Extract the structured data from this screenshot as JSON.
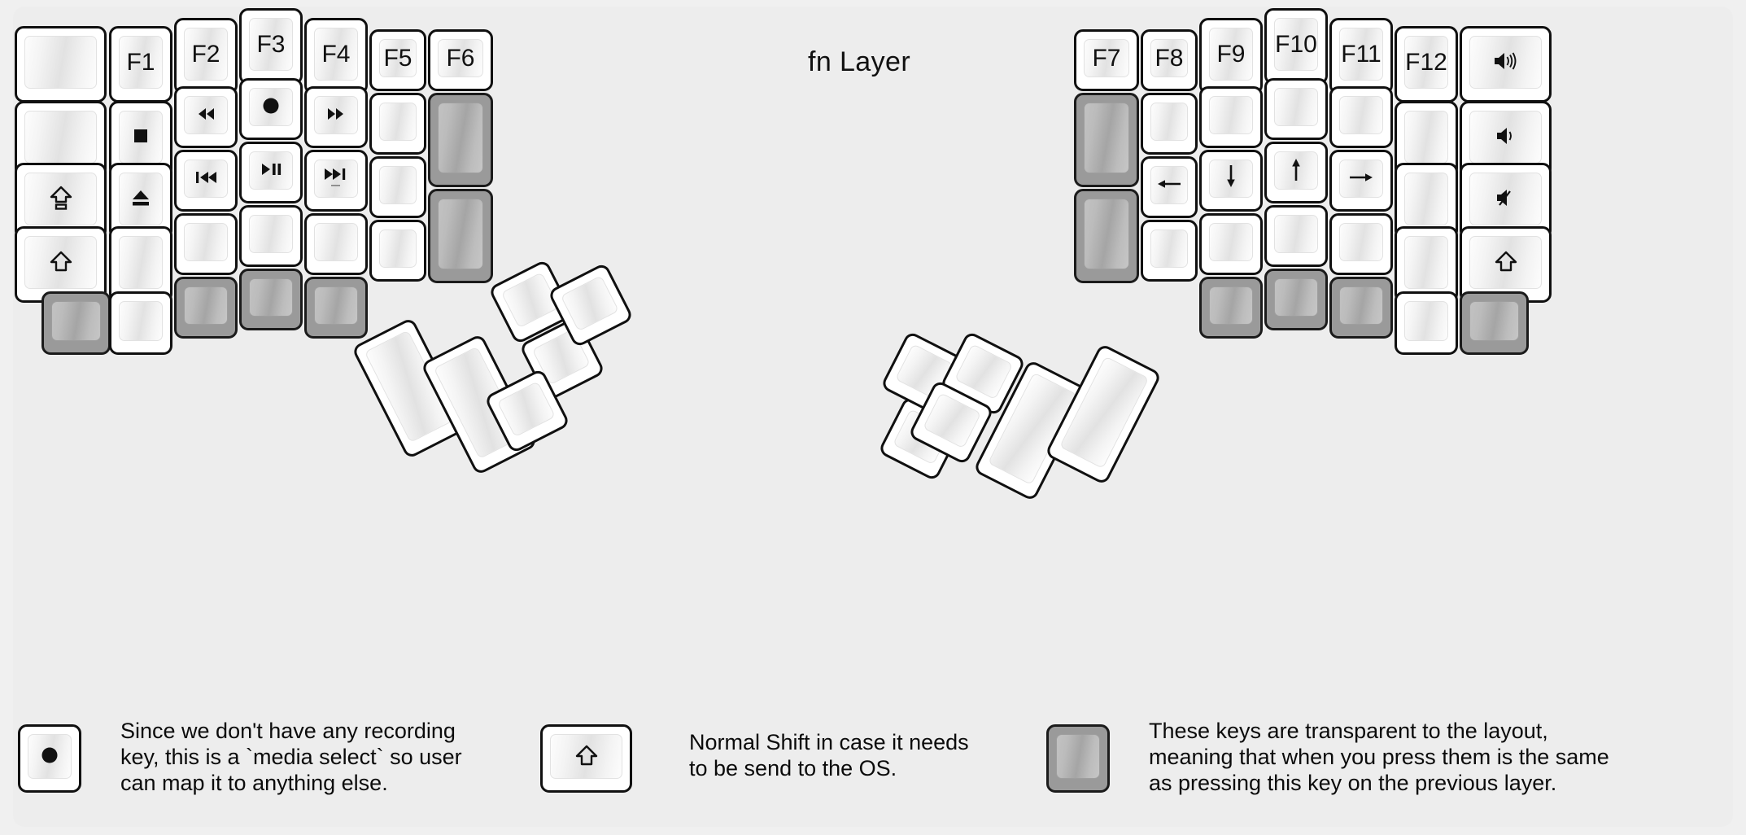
{
  "title": "fn Layer",
  "colors": {
    "background": "#f0f0f0",
    "panel": "#ededed",
    "key_border": "#101010",
    "key_face": "#ffffff",
    "transparent_key": "#9a9a9a",
    "text": "#111111"
  },
  "left_half": {
    "columns": [
      {
        "name": "pinky-outer",
        "keys": [
          {
            "label": "",
            "icon": "",
            "type": "normal",
            "size": "1.5u"
          },
          {
            "label": "",
            "icon": "",
            "type": "normal",
            "size": "1.5u"
          },
          {
            "label": "",
            "icon": "shift-caps-icon",
            "type": "normal",
            "size": "1.5u"
          },
          {
            "label": "",
            "icon": "shift-icon",
            "type": "normal",
            "size": "1.5u"
          },
          {
            "label": "",
            "icon": "",
            "type": "transparent",
            "size": "1u"
          }
        ]
      },
      {
        "name": "pinky",
        "keys": [
          {
            "label": "F1",
            "icon": "",
            "type": "normal"
          },
          {
            "label": "",
            "icon": "media-stop-icon",
            "type": "normal"
          },
          {
            "label": "",
            "icon": "media-eject-icon",
            "type": "normal"
          },
          {
            "label": "",
            "icon": "",
            "type": "normal"
          },
          {
            "label": "",
            "icon": "",
            "type": "normal"
          }
        ]
      },
      {
        "name": "ring",
        "keys": [
          {
            "label": "F2",
            "icon": "",
            "type": "normal"
          },
          {
            "label": "",
            "icon": "media-rewind-icon",
            "type": "normal"
          },
          {
            "label": "",
            "icon": "media-prev-track-icon",
            "type": "normal"
          },
          {
            "label": "",
            "icon": "",
            "type": "normal"
          },
          {
            "label": "",
            "icon": "",
            "type": "transparent"
          }
        ]
      },
      {
        "name": "middle",
        "keys": [
          {
            "label": "F3",
            "icon": "",
            "type": "normal"
          },
          {
            "label": "",
            "icon": "media-record-icon",
            "type": "normal"
          },
          {
            "label": "",
            "icon": "media-play-pause-icon",
            "type": "normal"
          },
          {
            "label": "",
            "icon": "",
            "type": "normal"
          },
          {
            "label": "",
            "icon": "",
            "type": "transparent"
          }
        ]
      },
      {
        "name": "index",
        "keys": [
          {
            "label": "F4",
            "icon": "",
            "type": "normal"
          },
          {
            "label": "",
            "icon": "media-fast-forward-icon",
            "type": "normal"
          },
          {
            "label": "",
            "icon": "media-next-track-icon",
            "type": "normal"
          },
          {
            "label": "",
            "icon": "",
            "type": "normal"
          },
          {
            "label": "",
            "icon": "",
            "type": "transparent"
          }
        ]
      },
      {
        "name": "inner",
        "keys": [
          {
            "label": "F5",
            "icon": "",
            "type": "normal"
          },
          {
            "label": "",
            "icon": "",
            "type": "normal"
          },
          {
            "label": "",
            "icon": "",
            "type": "normal"
          },
          {
            "label": "",
            "icon": "",
            "type": "normal"
          }
        ]
      },
      {
        "name": "innermost",
        "keys": [
          {
            "label": "F6",
            "icon": "",
            "type": "normal"
          },
          {
            "label": "",
            "icon": "",
            "type": "transparent",
            "size": "1.5h"
          },
          {
            "label": "",
            "icon": "",
            "type": "transparent",
            "size": "1.5h"
          }
        ]
      }
    ],
    "thumb_cluster": [
      {
        "label": "",
        "icon": "",
        "type": "normal",
        "shape": "tall"
      },
      {
        "label": "",
        "icon": "",
        "type": "normal",
        "shape": "tall"
      },
      {
        "label": "",
        "icon": "",
        "type": "normal",
        "shape": "square"
      },
      {
        "label": "",
        "icon": "",
        "type": "normal",
        "shape": "square"
      },
      {
        "label": "",
        "icon": "",
        "type": "normal",
        "shape": "square"
      }
    ]
  },
  "right_half": {
    "columns": [
      {
        "name": "inner",
        "keys": [
          {
            "label": "F7",
            "icon": "",
            "type": "normal"
          },
          {
            "label": "",
            "icon": "",
            "type": "transparent",
            "size": "1.5h"
          },
          {
            "label": "",
            "icon": "",
            "type": "transparent",
            "size": "1.5h"
          }
        ]
      },
      {
        "name": "index-inner",
        "keys": [
          {
            "label": "F8",
            "icon": "",
            "type": "normal"
          },
          {
            "label": "",
            "icon": "",
            "type": "normal"
          },
          {
            "label": "",
            "icon": "arrow-left-icon",
            "type": "normal"
          },
          {
            "label": "",
            "icon": "",
            "type": "normal"
          }
        ]
      },
      {
        "name": "index",
        "keys": [
          {
            "label": "F9",
            "icon": "",
            "type": "normal"
          },
          {
            "label": "",
            "icon": "",
            "type": "normal"
          },
          {
            "label": "",
            "icon": "arrow-down-icon",
            "type": "normal"
          },
          {
            "label": "",
            "icon": "",
            "type": "normal"
          },
          {
            "label": "",
            "icon": "",
            "type": "transparent"
          }
        ]
      },
      {
        "name": "middle",
        "keys": [
          {
            "label": "F10",
            "icon": "",
            "type": "normal"
          },
          {
            "label": "",
            "icon": "",
            "type": "normal"
          },
          {
            "label": "",
            "icon": "arrow-up-icon",
            "type": "normal"
          },
          {
            "label": "",
            "icon": "",
            "type": "normal"
          },
          {
            "label": "",
            "icon": "",
            "type": "transparent"
          }
        ]
      },
      {
        "name": "ring",
        "keys": [
          {
            "label": "F11",
            "icon": "",
            "type": "normal"
          },
          {
            "label": "",
            "icon": "",
            "type": "normal"
          },
          {
            "label": "",
            "icon": "arrow-right-icon",
            "type": "normal"
          },
          {
            "label": "",
            "icon": "",
            "type": "normal"
          },
          {
            "label": "",
            "icon": "",
            "type": "transparent"
          }
        ]
      },
      {
        "name": "pinky",
        "keys": [
          {
            "label": "F12",
            "icon": "",
            "type": "normal"
          },
          {
            "label": "",
            "icon": "",
            "type": "normal"
          },
          {
            "label": "",
            "icon": "",
            "type": "normal"
          },
          {
            "label": "",
            "icon": "",
            "type": "normal"
          },
          {
            "label": "",
            "icon": "",
            "type": "normal"
          }
        ]
      },
      {
        "name": "pinky-outer",
        "keys": [
          {
            "label": "",
            "icon": "volume-up-icon",
            "type": "normal",
            "size": "1.5u"
          },
          {
            "label": "",
            "icon": "volume-down-icon",
            "type": "normal",
            "size": "1.5u"
          },
          {
            "label": "",
            "icon": "volume-mute-icon",
            "type": "normal",
            "size": "1.5u"
          },
          {
            "label": "",
            "icon": "shift-icon",
            "type": "normal",
            "size": "1.5u"
          },
          {
            "label": "",
            "icon": "",
            "type": "transparent",
            "size": "1u"
          }
        ]
      }
    ],
    "thumb_cluster": [
      {
        "label": "",
        "icon": "",
        "type": "normal",
        "shape": "square"
      },
      {
        "label": "",
        "icon": "",
        "type": "normal",
        "shape": "square"
      },
      {
        "label": "",
        "icon": "",
        "type": "normal",
        "shape": "square"
      },
      {
        "label": "",
        "icon": "",
        "type": "normal",
        "shape": "square"
      },
      {
        "label": "",
        "icon": "",
        "type": "normal",
        "shape": "tall"
      },
      {
        "label": "",
        "icon": "",
        "type": "normal",
        "shape": "tall"
      }
    ]
  },
  "legend": [
    {
      "icon": "media-record-icon",
      "key_type": "normal",
      "text": "Since we don't have any recording\nkey, this is a `media select` so user\ncan map it to anything else."
    },
    {
      "icon": "shift-icon",
      "key_type": "normal",
      "text": "Normal Shift in case it needs\nto be send to the OS."
    },
    {
      "icon": "",
      "key_type": "transparent",
      "text": "These keys are transparent to the layout,\nmeaning that when you press them is the same\nas pressing this key on the previous layer."
    }
  ]
}
